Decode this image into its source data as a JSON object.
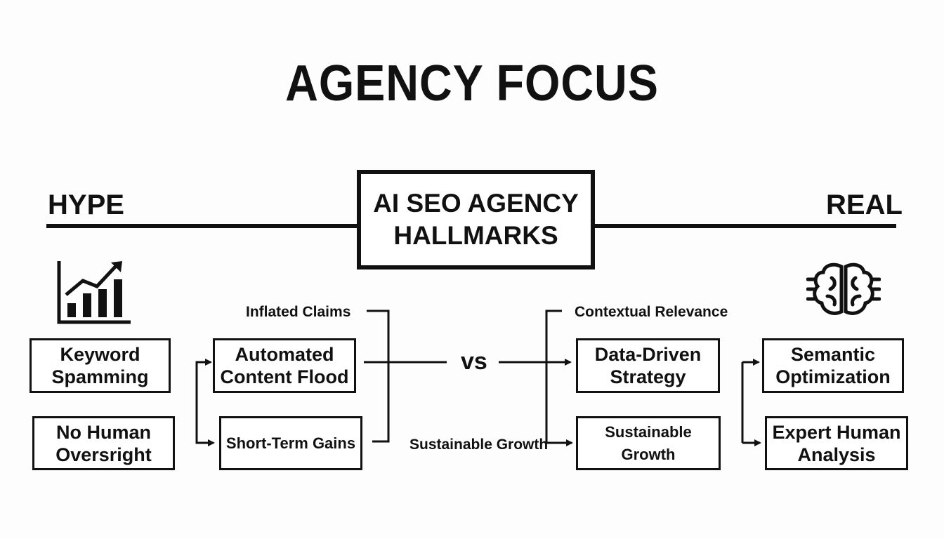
{
  "title": "AGENCY FOCUS",
  "center": {
    "line1": "AI SEO AGENCY",
    "line2": "HALLMARKS"
  },
  "left_label": "HYPE",
  "right_label": "REAL",
  "vs_label": "vs",
  "left_icon": "growth-chart-icon",
  "right_icon": "brain-icon",
  "hype": {
    "box1": [
      "Keyword",
      "Spamming"
    ],
    "box2": [
      "No Human",
      "Oversright"
    ],
    "box3": [
      "Automated",
      "Content Flood"
    ],
    "box4": "Short-Term Gains",
    "tag_top": "Inflated Claims"
  },
  "real": {
    "tag_top": "Contextual Relevance",
    "tag_bottom": "Sustainable Growth",
    "box1": [
      "Data-Driven",
      "Strategy"
    ],
    "box2": "Sustainable Growth",
    "box3": [
      "Semantic",
      "Optimization"
    ],
    "box4": [
      "Expert Human",
      "Analysis"
    ]
  }
}
